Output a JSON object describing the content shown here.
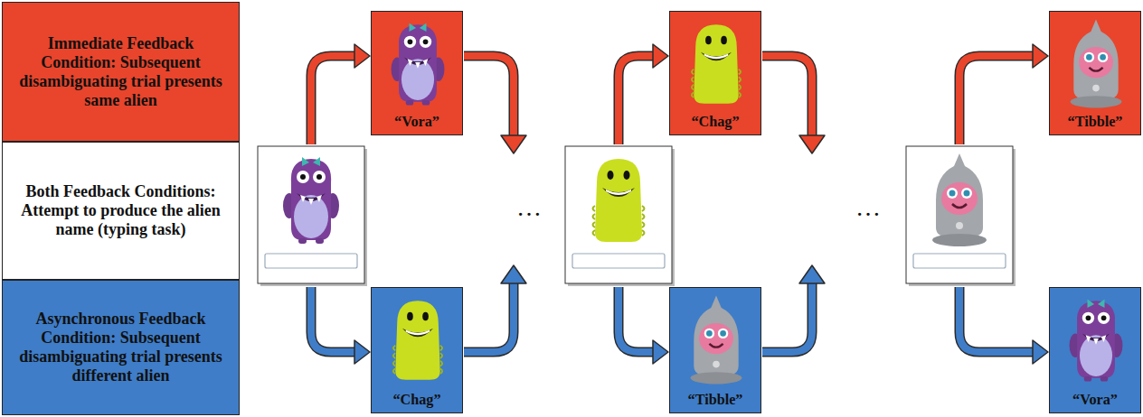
{
  "diagram": {
    "nodes": [
      {
        "text": [
          "Immediate Feedback Condition: Subsequent disambiguating trial presents same alien"
        ]
      },
      {
        "text": [
          "Both Feedback Conditions: Attempt to produce the alien name (typing task)"
        ]
      },
      {
        "text": [
          "Asynchronous Feedback Condition: Subsequent disambiguating trial presents different alien"
        ]
      },
      {
        "text": [
          "“Vora”"
        ]
      },
      {
        "text": [
          "“Chag”"
        ]
      },
      {
        "text": [
          "“Chag”"
        ]
      },
      {
        "text": [
          "“Tibble”"
        ]
      },
      {
        "text": [
          "“Tibble”"
        ]
      },
      {
        "text": [
          "“Vora”"
        ]
      }
    ],
    "labels": [
      "…",
      "…"
    ]
  }
}
